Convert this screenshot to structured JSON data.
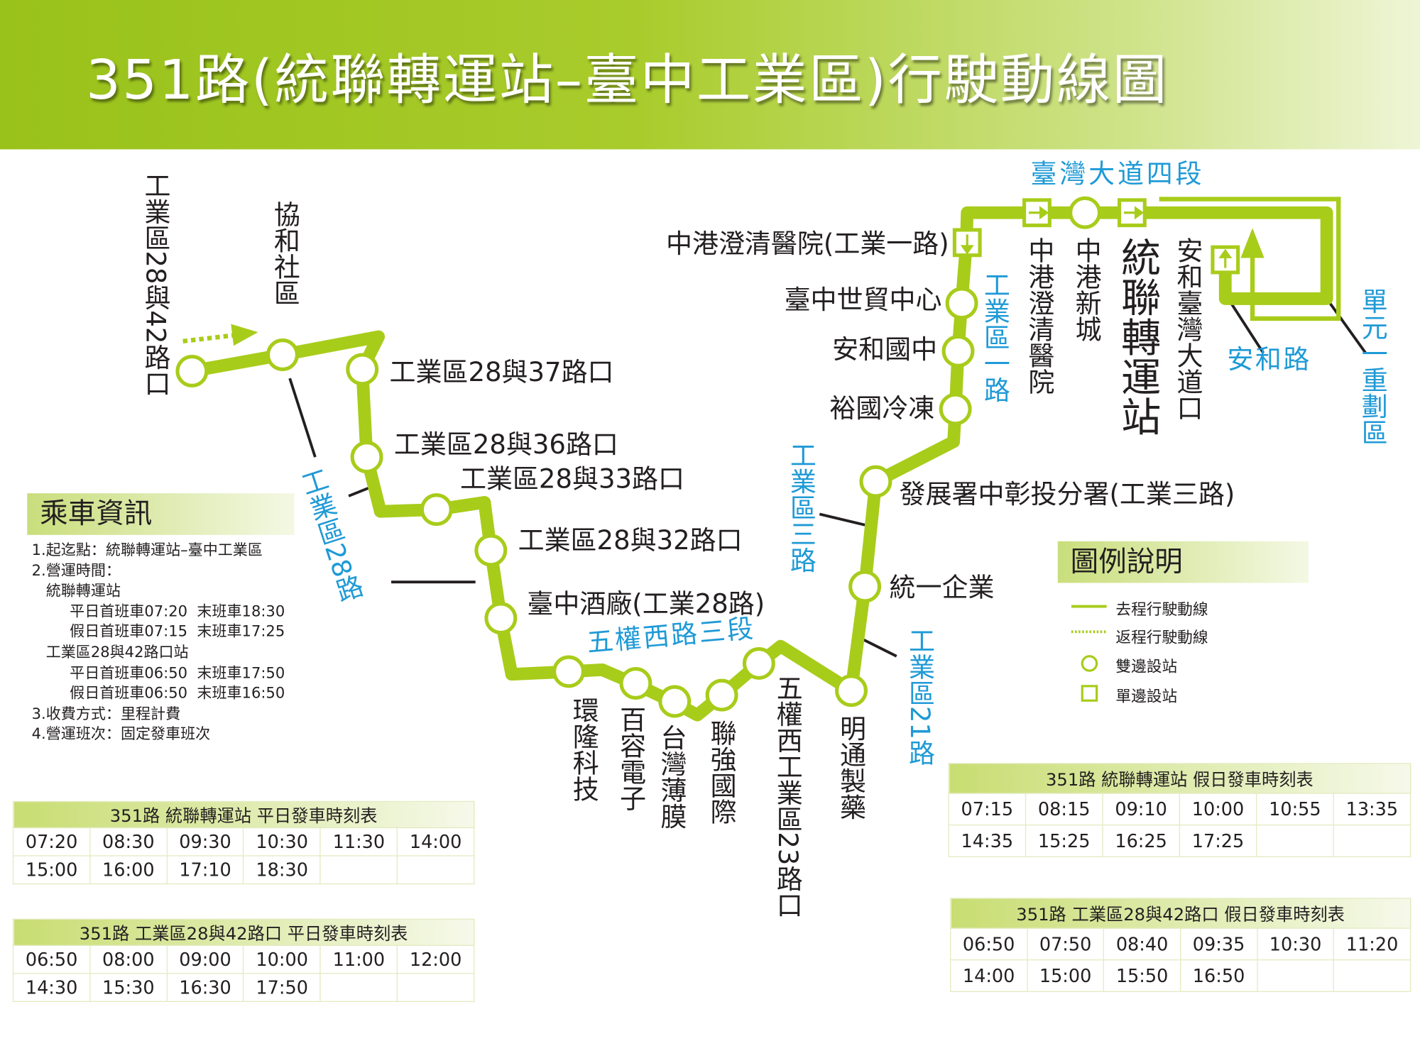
{
  "title": "351路(統聯轉運站–臺中工業區)行駛動線圖",
  "colors": {
    "route": "#a8cc1a",
    "road_label": "#1f9ad6"
  },
  "stations": {
    "s1": "工業區28與42路口",
    "s2": "協和社區",
    "s3": "工業區28與37路口",
    "s4": "工業區28與36路口",
    "s5": "工業區28與33路口",
    "s6": "工業區28與32路口",
    "s7": "臺中酒廠(工業28路)",
    "s8": "環隆科技",
    "s9": "百容電子",
    "s10": "台灣薄膜",
    "s11": "聯強國際",
    "s12": "五權西工業區23路口",
    "s13": "明通製藥",
    "s14": "統一企業",
    "s15": "發展署中彰投分署(工業三路)",
    "s16": "裕國冷凍",
    "s17": "安和國中",
    "s18": "臺中世貿中心",
    "s19": "中港澄清醫院(工業一路)",
    "s20": "中港澄清醫院",
    "s21": "中港新城",
    "s22": "統聯轉運站",
    "s23": "安和臺灣大道口"
  },
  "roads": {
    "r1": "臺灣大道四段",
    "r2": "安和路",
    "r3": "單元一重劃區",
    "r4": "工業區一路",
    "r5": "工業區三路",
    "r6": "工業區21路",
    "r7": "五權西路三段",
    "r8": "工業區28路"
  },
  "legend": {
    "title": "圖例說明",
    "items": [
      "去程行駛動線",
      "返程行駛動線",
      "雙邊設站",
      "單邊設站"
    ]
  },
  "info": {
    "title": "乘車資訊",
    "lines": [
      "1.起迄點：統聯轉運站–臺中工業區",
      "2.營運時間：",
      "   統聯轉運站",
      "        平日首班車07:20  末班車18:30",
      "        假日首班車07:15  末班車17:25",
      "   工業區28與42路口站",
      "        平日首班車06:50  末班車17:50",
      "        假日首班車06:50  末班車16:50",
      "3.收費方式：里程計費",
      "4.營運班次：固定發車班次"
    ]
  },
  "timetables": [
    {
      "title": "351路  統聯轉運站  平日發車時刻表",
      "rows": [
        [
          "07:20",
          "08:30",
          "09:30",
          "10:30",
          "11:30",
          "14:00"
        ],
        [
          "15:00",
          "16:00",
          "17:10",
          "18:30",
          "",
          ""
        ]
      ]
    },
    {
      "title": "351路  工業區28與42路口  平日發車時刻表",
      "rows": [
        [
          "06:50",
          "08:00",
          "09:00",
          "10:00",
          "11:00",
          "12:00"
        ],
        [
          "14:30",
          "15:30",
          "16:30",
          "17:50",
          "",
          ""
        ]
      ]
    },
    {
      "title": "351路  統聯轉運站  假日發車時刻表",
      "rows": [
        [
          "07:15",
          "08:15",
          "09:10",
          "10:00",
          "10:55",
          "13:35"
        ],
        [
          "14:35",
          "15:25",
          "16:25",
          "17:25",
          "",
          ""
        ]
      ]
    },
    {
      "title": "351路  工業區28與42路口  假日發車時刻表",
      "rows": [
        [
          "06:50",
          "07:50",
          "08:40",
          "09:35",
          "10:30",
          "11:20"
        ],
        [
          "14:00",
          "15:00",
          "15:50",
          "16:50",
          "",
          ""
        ]
      ]
    }
  ]
}
